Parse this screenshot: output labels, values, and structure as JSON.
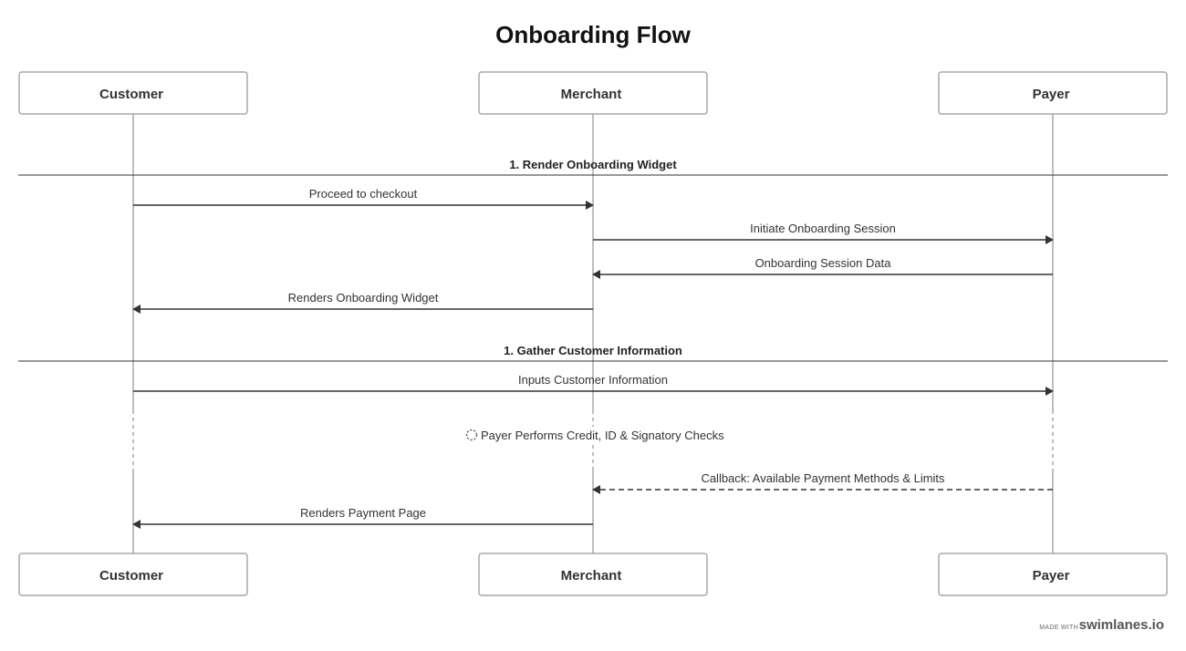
{
  "title": "Onboarding Flow",
  "actors": [
    "Customer",
    "Merchant",
    "Payer"
  ],
  "sections": [
    {
      "label": "1. Render Onboarding Widget"
    },
    {
      "label": "1. Gather Customer Information"
    }
  ],
  "messages": [
    {
      "from": "Customer",
      "to": "Merchant",
      "label": "Proceed to checkout",
      "style": "solid"
    },
    {
      "from": "Merchant",
      "to": "Payer",
      "label": "Initiate Onboarding Session",
      "style": "solid"
    },
    {
      "from": "Payer",
      "to": "Merchant",
      "label": "Onboarding Session Data",
      "style": "solid"
    },
    {
      "from": "Merchant",
      "to": "Customer",
      "label": "Renders Onboarding Widget",
      "style": "solid"
    },
    {
      "from": "Customer",
      "to": "Payer",
      "label": "Inputs Customer Information",
      "style": "solid"
    },
    {
      "from": "Payer",
      "to": "Merchant",
      "label": "Callback: Available Payment Methods & Limits",
      "style": "dashed"
    },
    {
      "from": "Merchant",
      "to": "Customer",
      "label": "Renders Payment Page",
      "style": "solid"
    }
  ],
  "note": {
    "label": "Payer Performs Credit, ID & Signatory Checks",
    "icon": "spinner-icon"
  },
  "footer": {
    "made_with": "MADE WITH",
    "brand": "swimlanes.io"
  }
}
